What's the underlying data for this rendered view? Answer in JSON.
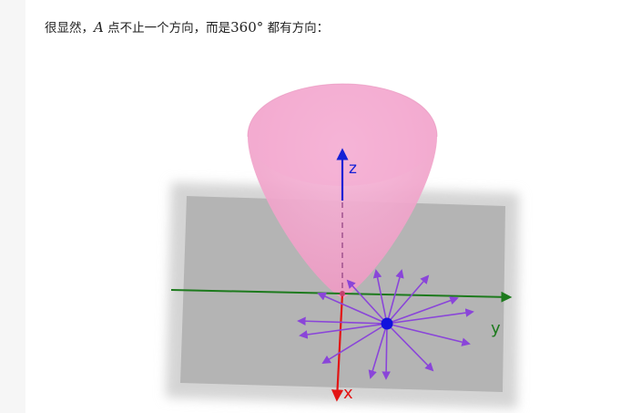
{
  "paragraph": {
    "before": "很显然，",
    "point": "A",
    "middle": " 点不止一个方向，而是",
    "degrees": "360°",
    "after": " 都有方向："
  },
  "figure": {
    "axis_labels": {
      "x": "x",
      "y": "y",
      "z": "z"
    },
    "colors": {
      "paraboloid": "#f3a6cc",
      "plane": "#b9b9b9",
      "x_axis": "#e31414",
      "y_axis": "#1d7a1d",
      "z_axis": "#1420d6",
      "arrows": "#8a45d9",
      "point": "#1111dd"
    }
  }
}
